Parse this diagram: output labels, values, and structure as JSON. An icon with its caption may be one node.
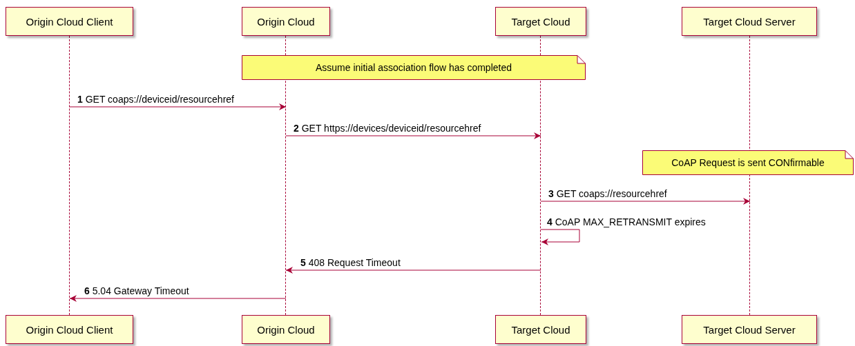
{
  "diagram": {
    "nodes": [
      {
        "text": [
          "Origin Cloud Client"
        ]
      },
      {
        "text": [
          "Origin Cloud"
        ]
      },
      {
        "text": [
          "Target Cloud"
        ]
      },
      {
        "text": [
          "Target Cloud Server"
        ]
      },
      {
        "text": [],
        "shape": "line"
      },
      {
        "text": [],
        "shape": "line"
      },
      {
        "text": [],
        "shape": "line"
      },
      {
        "text": [],
        "shape": "line"
      },
      {
        "text": [
          "Assume initial association flow has completed"
        ]
      },
      {
        "text": [
          "CoAP Request is sent CONfirmable"
        ]
      },
      {
        "text": [
          "Origin Cloud Client"
        ]
      },
      {
        "text": [
          "Origin Cloud"
        ]
      },
      {
        "text": [
          "Target Cloud"
        ]
      },
      {
        "text": [
          "Target Cloud Server"
        ]
      }
    ],
    "edges": [
      {
        "from": 4,
        "to": 5,
        "arrow": "to",
        "label": "**1** GET coaps://deviceid/resourcehref"
      },
      {
        "from": 5,
        "to": 6,
        "arrow": "to",
        "label": "**2** GET https://devices/deviceid/resourcehref"
      },
      {
        "from": 6,
        "to": 7,
        "arrow": "to",
        "label": "**3** GET coaps://resourcehref"
      },
      {
        "from": 6,
        "to": 6,
        "arrow": "to",
        "label": "**4** CoAP MAX_RETRANSMIT expires"
      },
      {
        "from": 6,
        "to": 5,
        "arrow": "to",
        "label": "**5** 408 Request Timeout"
      },
      {
        "from": 5,
        "to": 4,
        "arrow": "to",
        "label": "**6** 5.04 Gateway Timeout"
      }
    ]
  }
}
